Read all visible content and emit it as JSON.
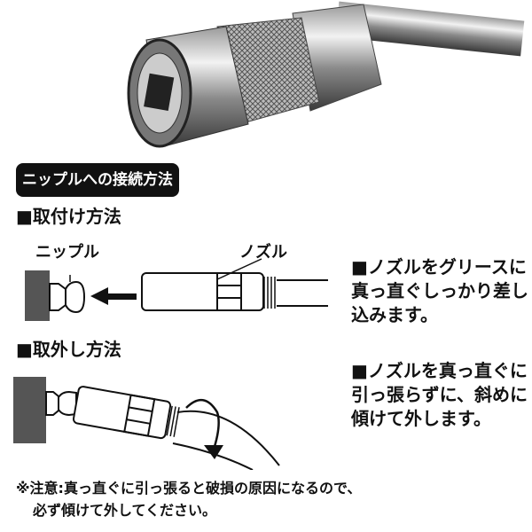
{
  "header": {
    "title": "ニップルへの接続方法"
  },
  "attach": {
    "heading": "■取付け方法",
    "label_nipple": "ニップル",
    "label_nozzle": "ノズル",
    "lines": [
      "■ノズルをグリースに",
      "真っ直ぐしっかり差し",
      "込みます。"
    ]
  },
  "detach": {
    "heading": "■取外し方法",
    "lines": [
      "■ノズルを真っ直ぐに",
      "引っ張らずに、斜めに",
      "傾けて外します。"
    ]
  },
  "note": {
    "lines": [
      "※注意:真っ直ぐに引っ張ると破損の原因になるので、",
      "必ず傾けて外してください。"
    ]
  }
}
